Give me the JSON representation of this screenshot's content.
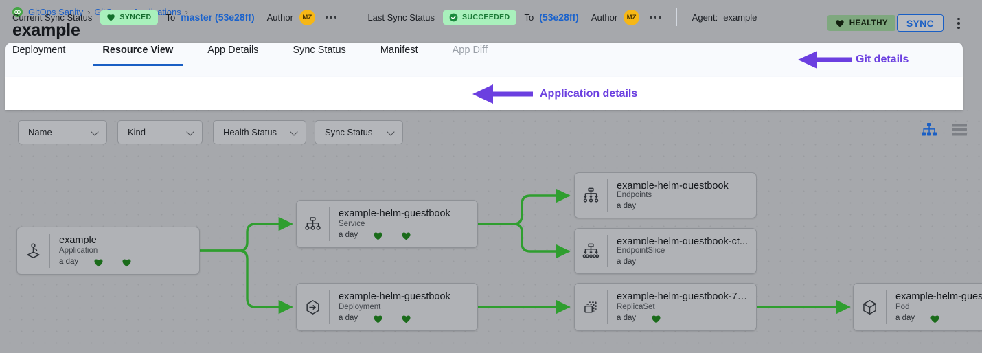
{
  "breadcrumb": {
    "logo_icon": "gitops-logo-icon",
    "items": [
      "GitOps Sanity",
      "GitOps",
      "Applications"
    ],
    "separator": "›",
    "trailing_separator": "›"
  },
  "page_title": "example",
  "header": {
    "health_badge": {
      "label": "HEALTHY",
      "icon": "heart-icon",
      "bg": "#7fa87f"
    },
    "sync_button": {
      "label": "SYNC",
      "color": "#1a5fc4"
    },
    "kebab_menu": "kebab-menu-icon"
  },
  "sync_row": {
    "current_label": "Current Sync Status",
    "current_status": {
      "label": "SYNCED",
      "icon": "heart-icon"
    },
    "current_to_label": "To",
    "current_revision": "master (53e28ff)",
    "current_author_label": "Author",
    "current_author_initials": "MZ",
    "last_label": "Last Sync Status",
    "last_status": {
      "label": "SUCCEEDED",
      "icon": "check-circle-icon"
    },
    "last_to_label": "To",
    "last_revision": "(53e28ff)",
    "last_author_label": "Author",
    "last_author_initials": "MZ",
    "agent_label": "Agent:",
    "agent_value": "example"
  },
  "tabs": [
    {
      "label": "Deployment",
      "active": false,
      "disabled": false
    },
    {
      "label": "Resource View",
      "active": true,
      "disabled": false
    },
    {
      "label": "App Details",
      "active": false,
      "disabled": false
    },
    {
      "label": "Sync Status",
      "active": false,
      "disabled": false
    },
    {
      "label": "Manifest",
      "active": false,
      "disabled": false
    },
    {
      "label": "App Diff",
      "active": false,
      "disabled": true
    }
  ],
  "annotations": [
    {
      "text": "Git details",
      "color": "#6b3fe0"
    },
    {
      "text": "Application details",
      "color": "#6b3fe0"
    }
  ],
  "filters": [
    {
      "label": "Name",
      "icon": "chevron-down-icon"
    },
    {
      "label": "Kind",
      "icon": "chevron-down-icon"
    },
    {
      "label": "Health Status",
      "icon": "chevron-down-icon"
    },
    {
      "label": "Sync Status",
      "icon": "chevron-down-icon"
    }
  ],
  "view_toggle": {
    "tree_icon": "tree-view-icon",
    "list_icon": "list-view-icon",
    "active": "tree",
    "active_color": "#1a5fc4",
    "inactive_color": "#7c7f85"
  },
  "graph": {
    "edge_color": "#2f9e2f",
    "nodes": [
      {
        "name": "example",
        "kind": "Application",
        "age": "a day",
        "hearts": 2,
        "icon": "application-icon"
      },
      {
        "name": "example-helm-guestbook",
        "kind": "Service",
        "age": "a day",
        "hearts": 2,
        "icon": "service-icon"
      },
      {
        "name": "example-helm-guestbook",
        "kind": "Deployment",
        "age": "a day",
        "hearts": 2,
        "icon": "deployment-icon"
      },
      {
        "name": "example-helm-guestbook",
        "kind": "Endpoints",
        "age": "a day",
        "hearts": 0,
        "icon": "endpoints-icon"
      },
      {
        "name": "example-helm-guestbook-ct...",
        "kind": "EndpointSlice",
        "age": "a day",
        "hearts": 0,
        "icon": "endpointslice-icon"
      },
      {
        "name": "example-helm-guestbook-74...",
        "kind": "ReplicaSet",
        "age": "a day",
        "hearts": 1,
        "icon": "replicaset-icon"
      },
      {
        "name": "example-helm-guest",
        "kind": "Pod",
        "age": "a day",
        "hearts": 1,
        "icon": "pod-icon"
      }
    ]
  }
}
